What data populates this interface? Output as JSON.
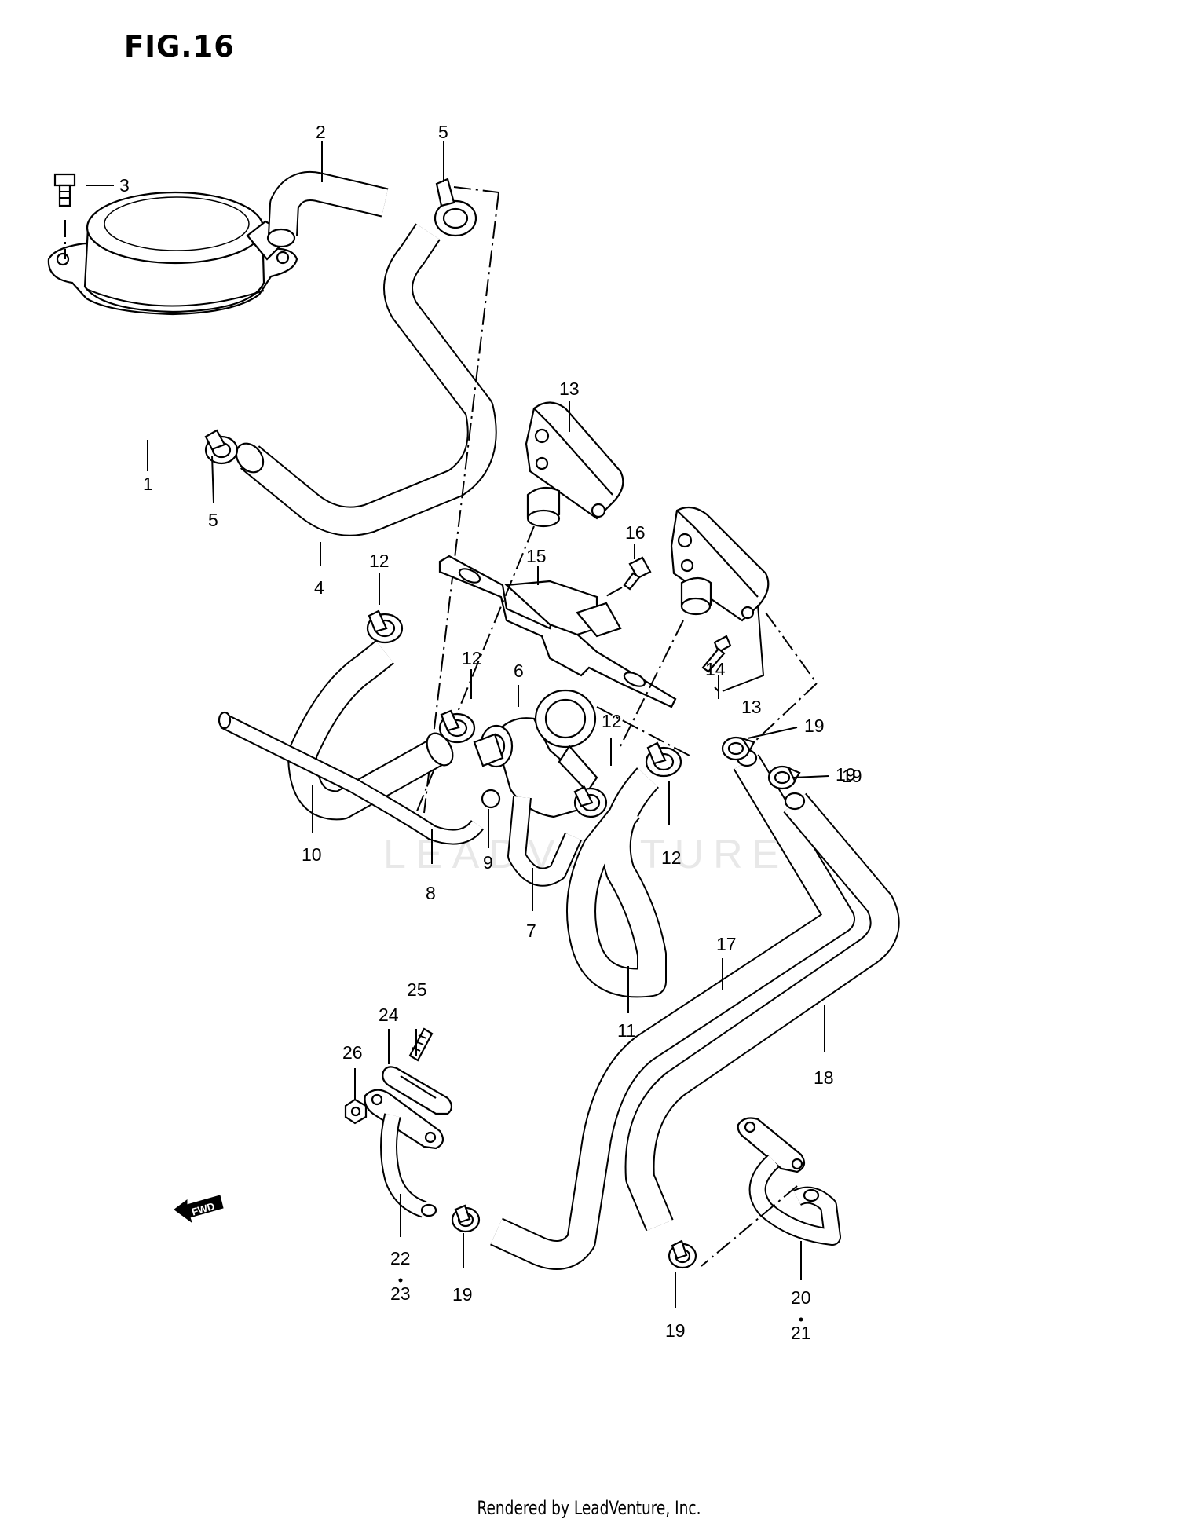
{
  "figure": {
    "title": "FIG.16",
    "watermark": "LEADVENTURE",
    "fwd_label": "FWD"
  },
  "callouts": [
    "1",
    "2",
    "3",
    "4",
    "5",
    "5",
    "6",
    "7",
    "8",
    "9",
    "10",
    "11",
    "12",
    "12",
    "12",
    "12",
    "13",
    "13",
    "14",
    "15",
    "16",
    "17",
    "18",
    "19",
    "19",
    "19",
    "19",
    "19",
    "20",
    "21",
    "22",
    "23",
    "24",
    "25",
    "26"
  ],
  "footer": "Rendered by LeadVenture, Inc."
}
